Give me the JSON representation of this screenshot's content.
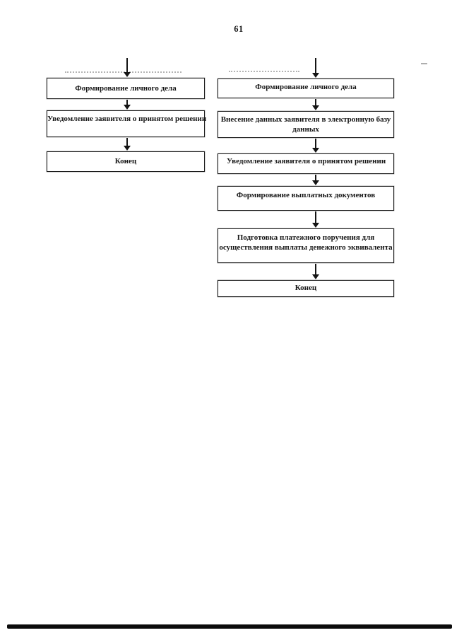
{
  "page": {
    "number": "61"
  },
  "colors": {
    "paper": "#ffffff",
    "ink": "#141414",
    "box_border": "#1c1c1c",
    "footer_bar": "#0b0b0b"
  },
  "flowchart": {
    "left_column": {
      "boxes": [
        {
          "id": "left-form-personal-file",
          "lines": [
            "Формирование личного дела"
          ]
        },
        {
          "id": "left-notify-applicant",
          "lines": [
            "Уведомление заявителя о принятом решении"
          ]
        },
        {
          "id": "left-end",
          "lines": [
            "Конец"
          ]
        }
      ]
    },
    "right_column": {
      "boxes": [
        {
          "id": "right-form-personal-file",
          "lines": [
            "Формирование личного дела"
          ]
        },
        {
          "id": "right-enter-data",
          "lines": [
            "Внесение данных заявителя в электронную базу",
            "данных"
          ]
        },
        {
          "id": "right-notify-applicant",
          "lines": [
            "Уведомление заявителя о принятом решении"
          ]
        },
        {
          "id": "right-form-payment-docs",
          "lines": [
            "Формирование выплатных документов"
          ]
        },
        {
          "id": "right-prepare-payment-order",
          "lines": [
            "Подготовка платежного поручения для",
            "осуществления выплаты денежного эквивалента"
          ]
        },
        {
          "id": "right-end",
          "lines": [
            "Конец"
          ]
        }
      ]
    }
  }
}
